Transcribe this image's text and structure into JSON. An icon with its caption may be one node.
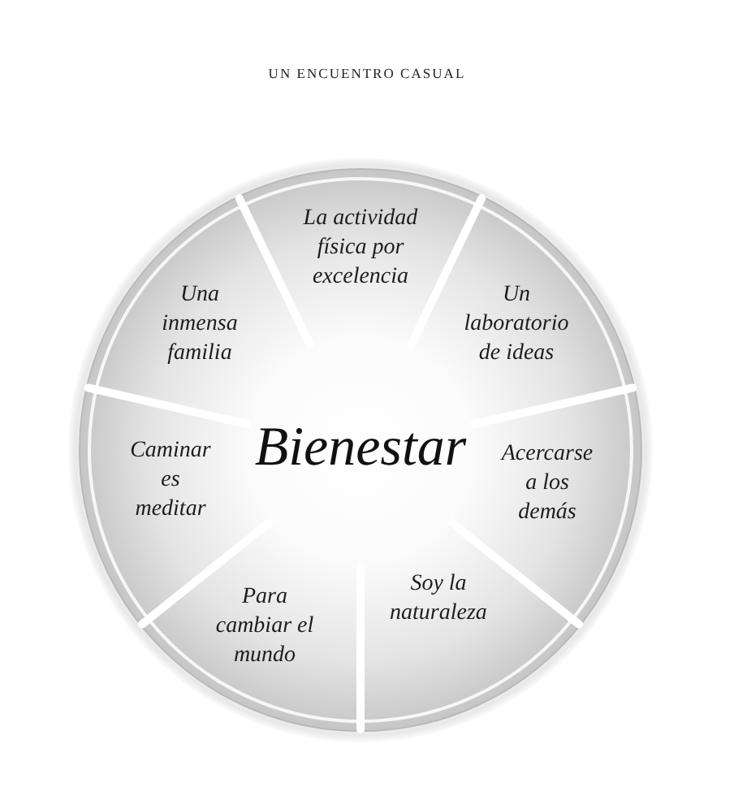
{
  "diagram": {
    "title": "UN ENCUENTRO CASUAL",
    "nodes": [
      {
        "text": [
          "Bienestar"
        ]
      },
      {
        "text": [
          "La actividad física por excelencia"
        ]
      },
      {
        "text": [
          "Un laboratorio de ideas"
        ]
      },
      {
        "text": [
          "Acercarse a los demás"
        ]
      },
      {
        "text": [
          "Soy la naturaleza"
        ]
      },
      {
        "text": [
          "Para cambiar el mundo"
        ]
      },
      {
        "text": [
          "Caminar es meditar"
        ]
      },
      {
        "text": [
          "Una inmensa familia"
        ]
      }
    ]
  }
}
